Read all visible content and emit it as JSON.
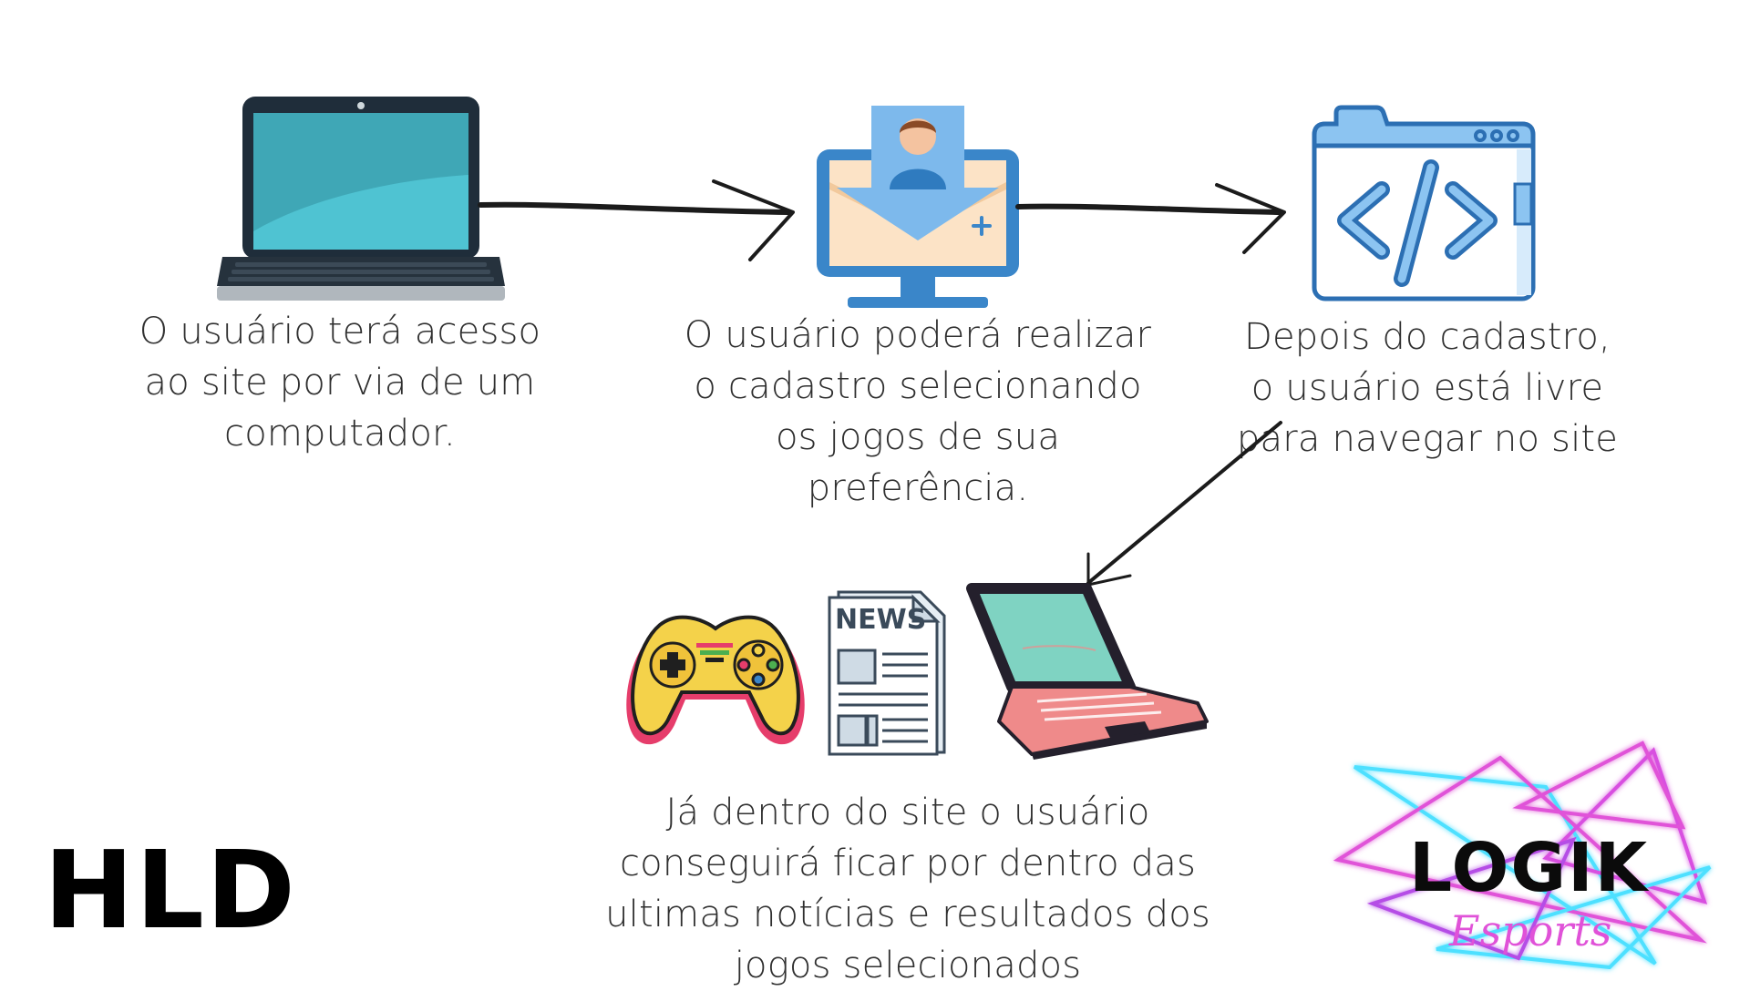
{
  "steps": [
    {
      "icon": "laptop-icon",
      "caption": "O usuário terá acesso ao site por via de um computador."
    },
    {
      "icon": "user-register-monitor-icon",
      "caption": "O usuário poderá realizar o cadastro selecionando os jogos de sua preferência."
    },
    {
      "icon": "code-browser-icon",
      "caption": "Depois do cadastro, o usuário está livre para navegar no site"
    }
  ],
  "final": {
    "icons": [
      "gamepad-icon",
      "newspaper-icon",
      "laptop-pink-icon"
    ],
    "news_label": "NEWS",
    "caption": "Já dentro do site o usuário conseguirá ficar por dentro das ultimas notícias e resultados dos jogos selecionados"
  },
  "title": "HLD",
  "logo": {
    "name": "LOGIK",
    "sub": "Esports"
  },
  "colors": {
    "primary_blue": "#3a86c9",
    "light_blue": "#7db9ec",
    "teal_screen": "#4fc3d2",
    "gamepad_yellow": "#f4d24a",
    "laptop_pink": "#ef8a8a",
    "neon_pink": "#e052d8",
    "neon_cyan": "#4de0ff"
  }
}
